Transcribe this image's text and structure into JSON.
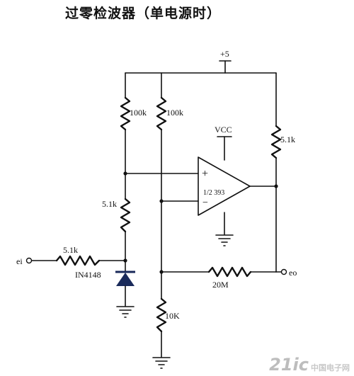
{
  "title": "过零检波器（单电源时）",
  "supply_label": "+5",
  "vcc_label": "VCC",
  "opamp": {
    "label": "1/2 393",
    "plus": "+",
    "minus": "−"
  },
  "resistors": {
    "r1": "100k",
    "r2": "100k",
    "r3": "5.1k",
    "r4": "5.1k",
    "r_in": "5.1k",
    "r_fb": "20M",
    "r_bottom": "10K"
  },
  "diode_label": "IN4148",
  "input_label": "ei",
  "output_label": "eo",
  "watermark": {
    "brand": "21ic",
    "cn": "中国电子网"
  }
}
